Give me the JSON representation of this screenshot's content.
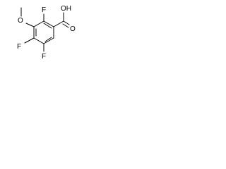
{
  "molecule": {
    "atoms": {
      "f_ortho": "F",
      "methoxy_o": "O",
      "f_meta": "F",
      "f_para": "F",
      "oh": "OH",
      "carbonyl_o": "O"
    }
  }
}
